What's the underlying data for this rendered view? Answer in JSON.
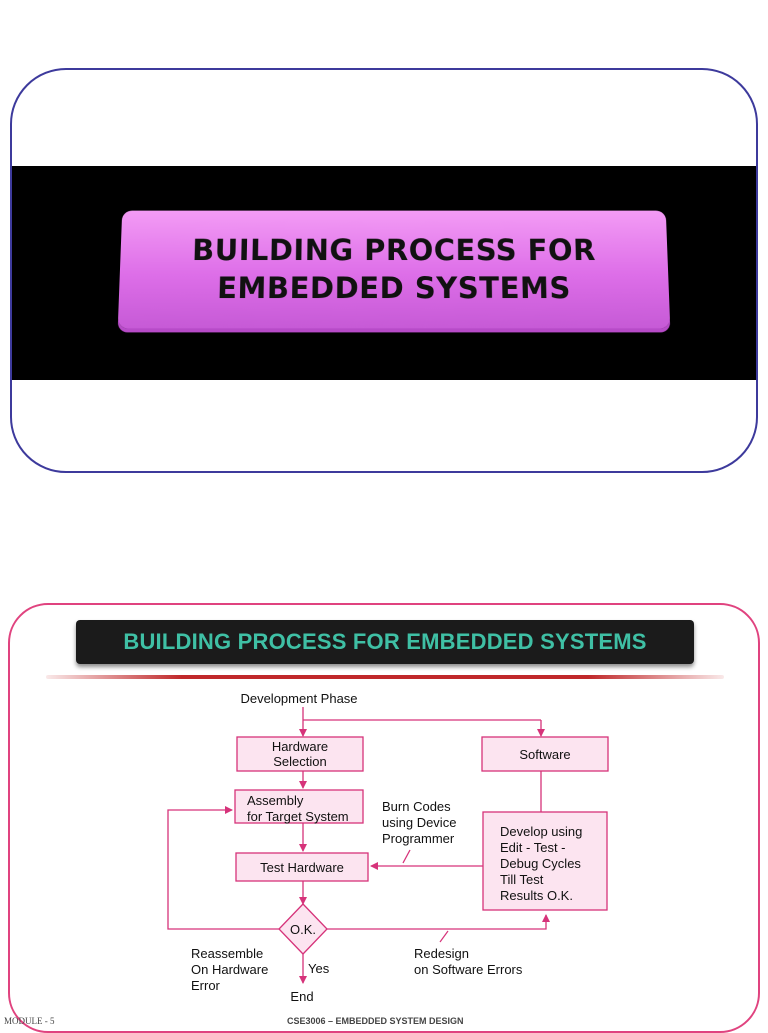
{
  "slide1": {
    "title_line1": "BUILDING PROCESS FOR",
    "title_line2": "EMBEDDED SYSTEMS"
  },
  "slide2": {
    "title": "BUILDING PROCESS FOR EMBEDDED SYSTEMS",
    "diagram": {
      "development_phase": "Development  Phase",
      "hardware_line1": "Hardware",
      "hardware_line2": "Selection",
      "software": "Software",
      "assembly_line1": "Assembly",
      "assembly_line2": "for Target System",
      "burn_line1": "Burn Codes",
      "burn_line2": "using Device",
      "burn_line3": "Programmer",
      "develop_line1": "Develop using",
      "develop_line2": "Edit - Test -",
      "develop_line3": "Debug Cycles",
      "develop_line4": "Till Test",
      "develop_line5": "Results O.K.",
      "test_hardware": "Test Hardware",
      "ok": "O.K.",
      "reassemble_line1": "Reassemble",
      "reassemble_line2": "On Hardware",
      "reassemble_line3": "Error",
      "yes": "Yes",
      "redesign_line1": "Redesign",
      "redesign_line2": "on Software Errors",
      "end": "End"
    }
  },
  "footer": {
    "module": "MODULE - 5",
    "course": "CSE3006 – EMBEDDED SYSTEM DESIGN"
  },
  "colors": {
    "box_fill": "#fce4f0",
    "box_stroke": "#d6337a",
    "arrow": "#d6337a",
    "title_text": "#3fc0a5"
  }
}
